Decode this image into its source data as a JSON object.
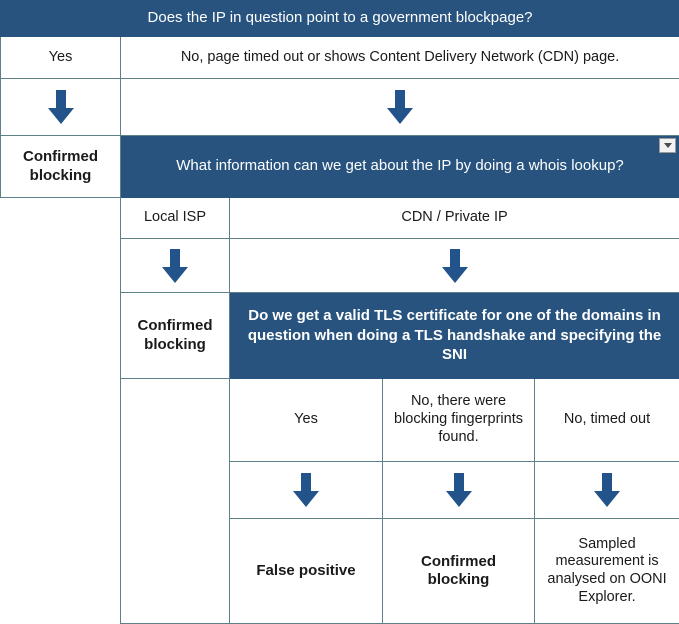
{
  "figure": {
    "type": "decision-flowchart-table",
    "title": "Does the IP in question point to a government blockpage?"
  },
  "colors": {
    "banner_blue": "#27537E",
    "arrow_blue": "#22538A",
    "grid_border": "#5D8189",
    "cell_background": "#FFFFFF",
    "banner_text": "#FFFFFF",
    "body_text": "#1A1A1A"
  },
  "level1": {
    "question": "Does the IP in question point to a government blockpage?",
    "answer_yes": "Yes",
    "answer_no": "No, page timed out or shows Content Delivery Network (CDN) page.",
    "arrow_yes": "down-arrow-icon",
    "arrow_no": "down-arrow-icon",
    "outcome_yes": "Confirmed blocking"
  },
  "level2": {
    "question": "What information can we get about the IP by doing a whois lookup?",
    "dropdown": "dropdown-triangle-icon",
    "answer_left": "Local ISP",
    "answer_right": "CDN / Private IP",
    "arrow_left": "down-arrow-icon",
    "arrow_right": "down-arrow-icon",
    "outcome_left": "Confirmed blocking"
  },
  "level3": {
    "question": "Do we get a valid TLS certificate for one of the domains in question when doing a TLS handshake and specifying the SNI",
    "answers": [
      "Yes",
      "No, there were blocking fingerprints found.",
      "No, timed out"
    ],
    "arrows": [
      "down-arrow-icon",
      "down-arrow-icon",
      "down-arrow-icon"
    ],
    "outcomes": [
      "False positive",
      "Confirmed blocking",
      "Sampled measurement is analysed on OONI Explorer."
    ]
  }
}
